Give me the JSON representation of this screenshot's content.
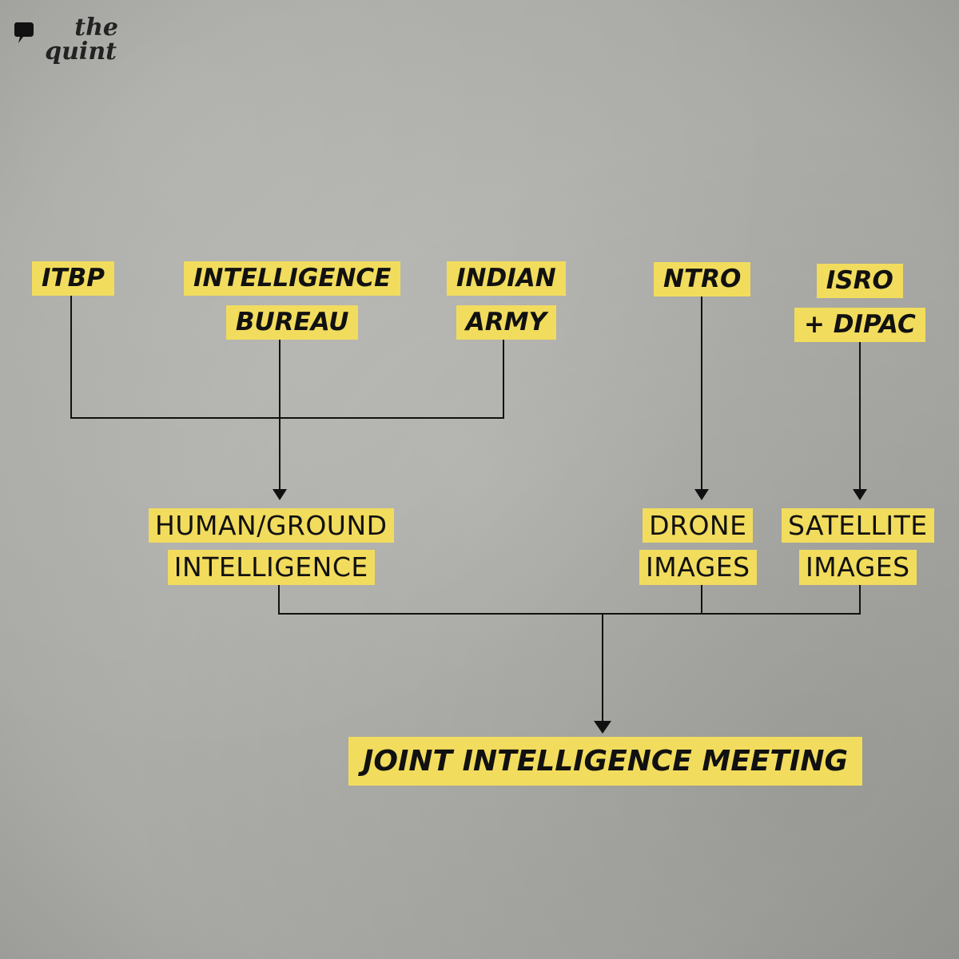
{
  "logo": {
    "name": "the quint",
    "line1": "the",
    "line2": "quint"
  },
  "sources": [
    {
      "id": "itbp",
      "lines": [
        "ITBP"
      ]
    },
    {
      "id": "ib",
      "lines": [
        "INTELLIGENCE",
        "BUREAU"
      ]
    },
    {
      "id": "army",
      "lines": [
        "INDIAN",
        "ARMY"
      ]
    },
    {
      "id": "ntro",
      "lines": [
        "NTRO"
      ]
    },
    {
      "id": "isro",
      "lines": [
        "ISRO",
        "+ DIPAC"
      ]
    }
  ],
  "intermediate": [
    {
      "id": "human",
      "lines": [
        "HUMAN/GROUND",
        "INTELLIGENCE"
      ]
    },
    {
      "id": "drone",
      "lines": [
        "DRONE",
        "IMAGES"
      ]
    },
    {
      "id": "satellite",
      "lines": [
        "SATELLITE",
        "IMAGES"
      ]
    }
  ],
  "final": {
    "label": "JOINT INTELLIGENCE MEETING"
  },
  "edges": [
    {
      "from": "itbp",
      "to": "human"
    },
    {
      "from": "ib",
      "to": "human"
    },
    {
      "from": "army",
      "to": "human"
    },
    {
      "from": "ntro",
      "to": "drone"
    },
    {
      "from": "isro",
      "to": "satellite"
    },
    {
      "from": "human",
      "to": "final"
    },
    {
      "from": "drone",
      "to": "final"
    },
    {
      "from": "satellite",
      "to": "final"
    }
  ],
  "colors": {
    "label_bg": "#f2dc5d",
    "line": "#111111",
    "text": "#111111"
  },
  "icons": {
    "logo_mark": "speech-bubble-icon",
    "arrowhead": "arrow-down-icon"
  }
}
